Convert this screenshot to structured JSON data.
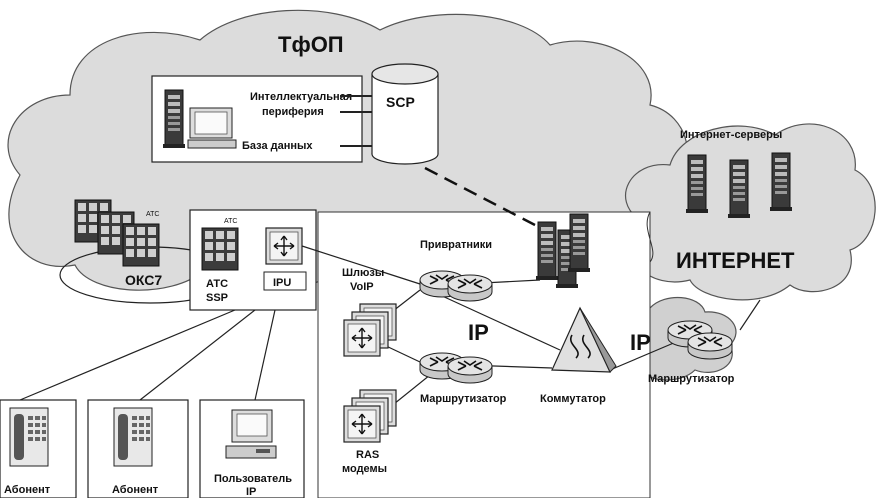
{
  "clouds": {
    "pstn_title": "ТфОП",
    "internet_title": "ИНТЕРНЕТ",
    "ip_main": "IP",
    "ip_small": "IP"
  },
  "pstn": {
    "intel_line1": "Интеллектуальная",
    "intel_line2": "периферия",
    "database": "База данных",
    "scp": "SCP",
    "okc7": "ОКС7",
    "atc_small": "АТС",
    "atc_ssp_line1": "АТС",
    "atc_ssp_line2": "SSP",
    "atc_ssp_tag": "АТС",
    "ipu": "IPU"
  },
  "ip_network": {
    "gatekeeper": "Привратники",
    "gateways_line1": "Шлюзы",
    "gateways_line2": "VoIP",
    "router_main": "Маршрутизатор",
    "switch": "Коммутатор",
    "router_right": "Маршрутизатор",
    "ras_line1": "RAS",
    "ras_line2": "модемы"
  },
  "internet": {
    "servers": "Интернет-серверы"
  },
  "users": {
    "subscriber1": "Абонент",
    "subscriber2": "Абонент",
    "ip_user_line1": "Пользователь",
    "ip_user_line2": "IP"
  }
}
